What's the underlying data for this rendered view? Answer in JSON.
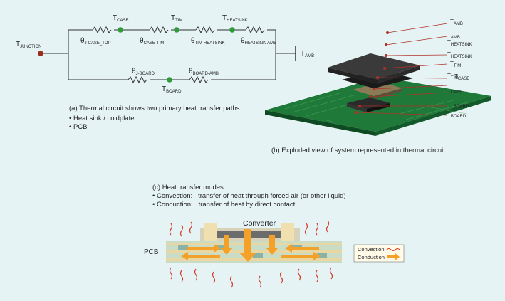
{
  "circuit": {
    "t_junction": {
      "main": "T",
      "sub": "JUNCTION"
    },
    "t_case": {
      "main": "T",
      "sub": "CASE"
    },
    "t_tim": {
      "main": "T",
      "sub": "TIM"
    },
    "t_heatsink": {
      "main": "T",
      "sub": "HEATSINK"
    },
    "t_amb": {
      "main": "T",
      "sub": "AMB"
    },
    "t_board": {
      "main": "T",
      "sub": "BOARD"
    },
    "theta_j_case_top": {
      "main": "θ",
      "sub": "J-CASE_TOP"
    },
    "theta_case_tim": {
      "main": "θ",
      "sub": "CASE-TIM"
    },
    "theta_tim_heatsink": {
      "main": "θ",
      "sub": "TIM-HEATSINK"
    },
    "theta_heatsink_amb": {
      "main": "θ",
      "sub": "HEATSINK-AMB"
    },
    "theta_j_board": {
      "main": "θ",
      "sub": "J-BOARD"
    },
    "theta_board_amb": {
      "main": "θ",
      "sub": "BOARD-AMB"
    },
    "caption_a": "(a) Thermal circuit shows two primary heat transfer paths:",
    "bullets_a": [
      "Heat sink / coldplate",
      "PCB"
    ],
    "node_color": "#2e9a3a",
    "junction_color": "#9b2a1f"
  },
  "exploded": {
    "labels": [
      {
        "main": "T",
        "sub": "AMB"
      },
      {
        "main": "T",
        "sub": "AMB"
      },
      {
        "main": "T",
        "sub": "HEATSINK"
      },
      {
        "main": "T",
        "sub": "HEATSINK"
      },
      {
        "main": "T",
        "sub": "TIM"
      },
      {
        "main": "T",
        "sub": "TIM"
      },
      {
        "main": "T",
        "sub": "CASE"
      },
      {
        "main": "T",
        "sub": "CASE"
      },
      {
        "main": "T",
        "sub": "BOARD"
      },
      {
        "main": "T",
        "sub": "BOARD"
      }
    ],
    "caption_b": "(b) Exploded view of system represented in thermal circuit.",
    "board_color": "#1f7a3a",
    "leader_color": "#b03028"
  },
  "modes": {
    "caption_c": "(c) Heat transfer modes:",
    "bullets": [
      {
        "term": "Convection:",
        "desc": "transfer of heat through forced air (or other liquid)"
      },
      {
        "term": "Conduction:",
        "desc": "transfer of heat by direct contact"
      }
    ],
    "converter_label": "Converter",
    "pcb_label": "PCB",
    "legend": {
      "convection": "Convection",
      "conduction": "Conduction"
    }
  }
}
